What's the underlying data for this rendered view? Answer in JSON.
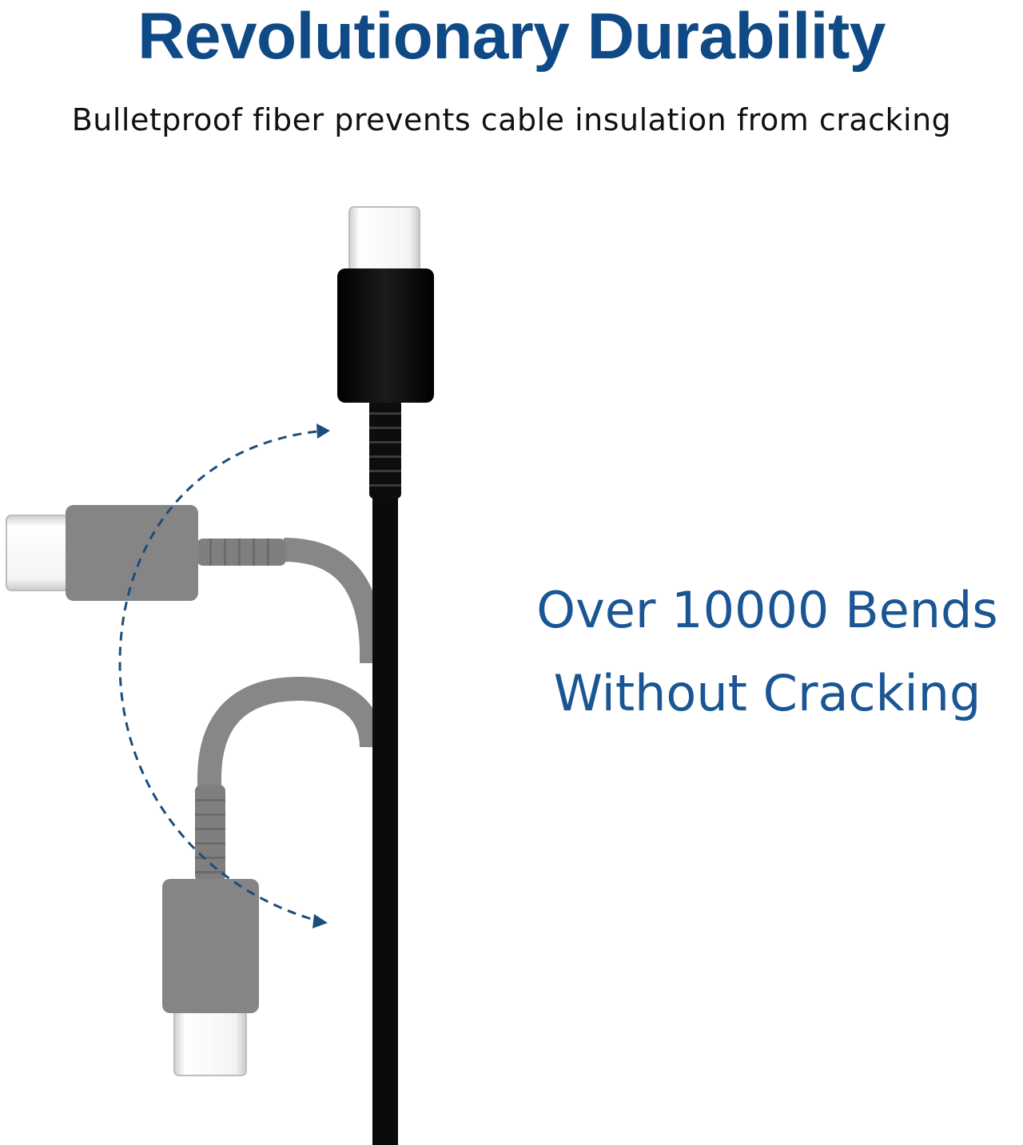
{
  "headline": "Revolutionary Durability",
  "subheadline": "Bulletproof fiber prevents cable insulation from cracking",
  "feature": {
    "line1": "Over 10000 Bends",
    "line2": "Without Cracking"
  },
  "colors": {
    "headline": "#0f4a86",
    "feature_text": "#1a5594",
    "arrow": "#1b4d7e",
    "cable_black": "#0a0a0a",
    "cable_gray": "#868686",
    "connector_metal": "#f4f4f4"
  },
  "icons": [
    "usb-c-connector-icon",
    "curved-arrow-icon"
  ]
}
